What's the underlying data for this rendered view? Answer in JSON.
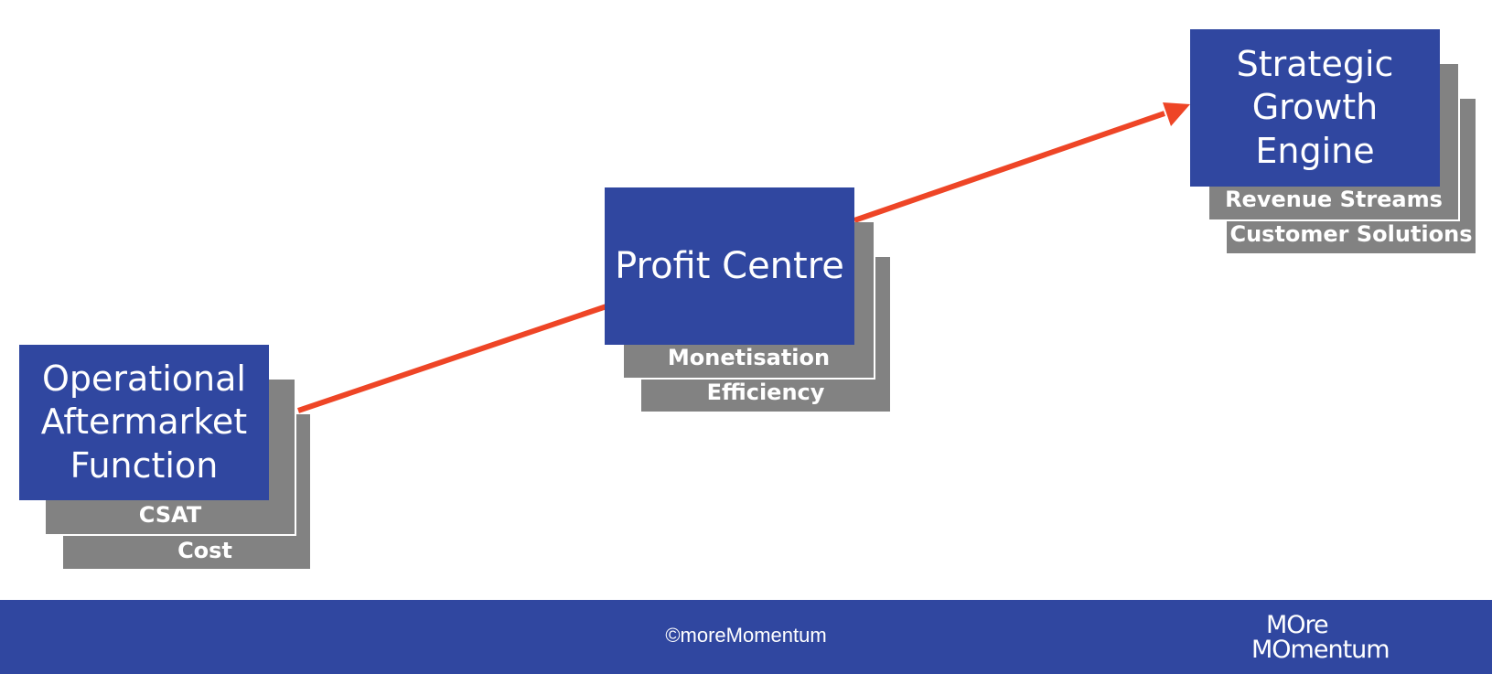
{
  "diagram": {
    "stages": [
      {
        "title": "Operational Aftermarket Function",
        "layers": [
          "CSAT",
          "Cost"
        ]
      },
      {
        "title": "Profit Centre",
        "layers": [
          "Monetisation",
          "Efficiency"
        ]
      },
      {
        "title": "Strategic Growth Engine",
        "layers": [
          "Revenue Streams",
          "Customer Solutions"
        ]
      }
    ]
  },
  "footer": {
    "copyright": "©moreMomentum",
    "logo_line1": "MOre",
    "logo_line2": "MOmentum"
  },
  "colors": {
    "card": "#3047a0",
    "layer": "#828282",
    "arrow": "#ee4526",
    "footer": "#3047a0"
  }
}
